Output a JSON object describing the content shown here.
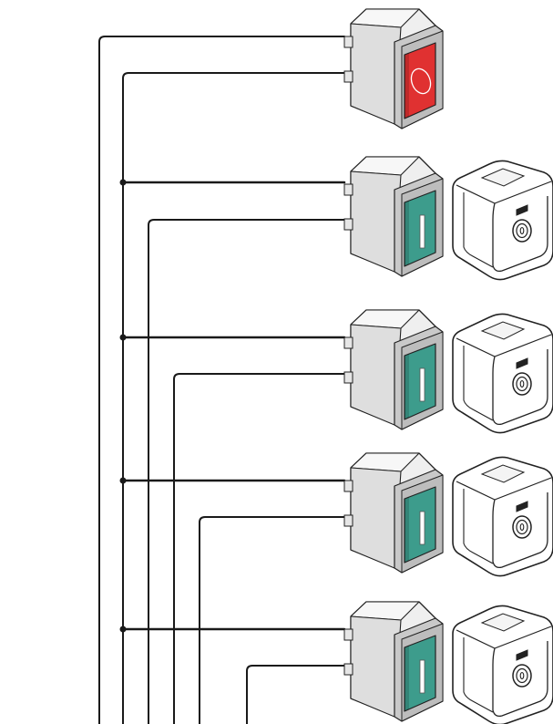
{
  "diagram": {
    "colors": {
      "wire": "#1a1a1a",
      "housing_light": "#efefef",
      "housing_mid": "#dedede",
      "housing_dark": "#c9c9c9",
      "stop_button": "#e03131",
      "start_button": "#3d9c8c",
      "key_switch_body": "#ffffff",
      "outline": "#222222"
    },
    "stop_button": {
      "name": "stop-push-button",
      "symbol": "O",
      "color": "#e03131"
    },
    "start_stations": [
      {
        "name": "start-station-1",
        "symbol": "I",
        "color": "#3d9c8c",
        "has_key_switch": true
      },
      {
        "name": "start-station-2",
        "symbol": "I",
        "color": "#3d9c8c",
        "has_key_switch": true
      },
      {
        "name": "start-station-3",
        "symbol": "I",
        "color": "#3d9c8c",
        "has_key_switch": true
      },
      {
        "name": "start-station-4",
        "symbol": "I",
        "color": "#3d9c8c",
        "has_key_switch": true
      }
    ]
  }
}
